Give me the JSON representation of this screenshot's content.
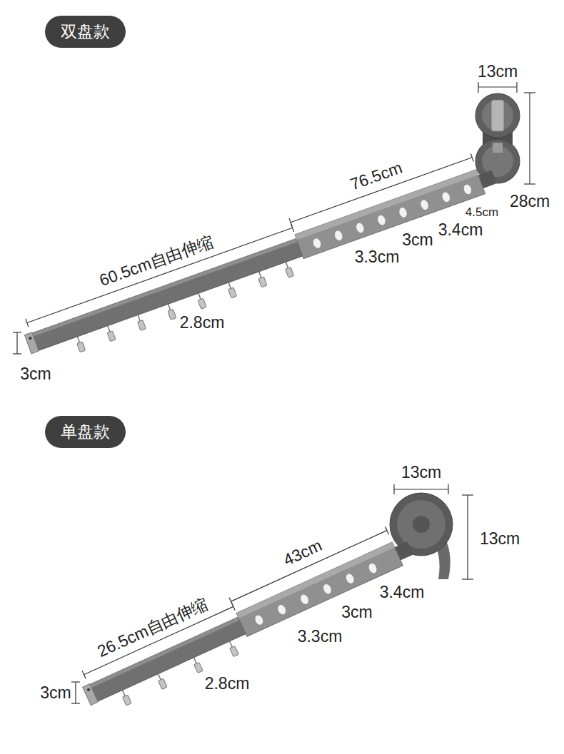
{
  "diagram": {
    "nodes": [
      {
        "text": [
          "双盘款"
        ]
      },
      {
        "text": [
          "单盘款"
        ]
      }
    ],
    "labels": [
      "13cm",
      "28cm",
      "76.5cm",
      "4.5cm",
      "3.4cm",
      "3cm",
      "60.5cm自由伸缩",
      "3.3cm",
      "2.8cm",
      "3cm",
      "13cm",
      "13cm",
      "43cm",
      "3.4cm",
      "3cm",
      "26.5cm自由伸缩",
      "3.3cm",
      "2.8cm",
      "3cm"
    ]
  }
}
